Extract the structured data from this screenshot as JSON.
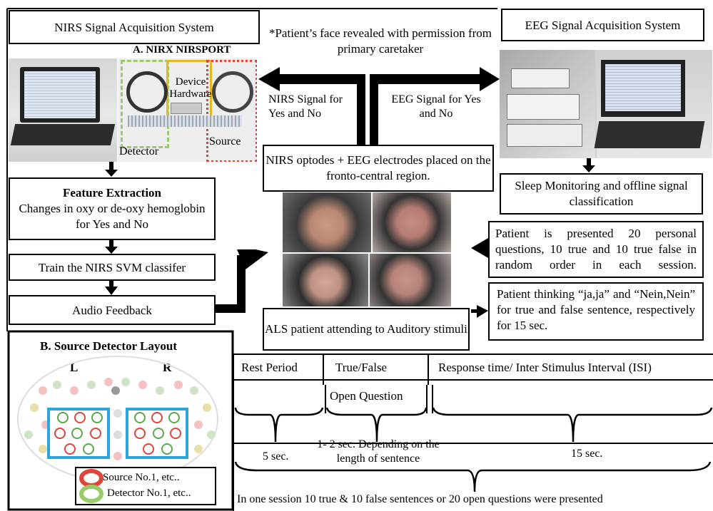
{
  "nirs_system": {
    "title": "NIRS Signal Acquisition System"
  },
  "nirx": {
    "title": "A. NIRX NIRSPORT",
    "device_label": "Device Hardware",
    "detector_label": "Detector",
    "source_label": "Source"
  },
  "eeg_system": {
    "title": "EEG Signal Acquisition System"
  },
  "patient_note": "*Patient’s face revealed with permission from primary caretaker",
  "nirs_signal": "NIRS Signal for Yes and No",
  "eeg_signal": "EEG Signal for Yes and No",
  "optodes": "NIRS optodes + EEG electrodes placed on the fronto-central region.",
  "feature": {
    "title": "Feature Extraction",
    "text": "Changes in  oxy or de-oxy hemoglobin for Yes and No"
  },
  "train": "Train the NIRS SVM classifer",
  "audio": "Audio Feedback",
  "sleep": "Sleep Monitoring and offline signal classification",
  "presented": "Patient is presented 20 personal questions, 10 true and 10 true false in random order in each session.",
  "thinking": "Patient thinking “ja,ja” and “Nein,Nein” for true and false sentence, respectively for 15 sec.",
  "als": "ALS patient attending to Auditory stimuli",
  "layout": {
    "title": "B. Source Detector Layout",
    "left": "L",
    "right": "R",
    "legend_source": "Source No.1, etc..",
    "legend_detector": "Detector No.1, etc.."
  },
  "timeline": {
    "rest": "Rest Period",
    "truefalse": "True/False",
    "response": "Response time/ Inter Stimulus Interval (ISI)",
    "open_q": "Open Question",
    "five_sec": "5 sec.",
    "depending": "1- 2 sec. Depending on the length of sentence",
    "fifteen": "15 sec.",
    "session": "In one session 10 true & 10 false sentences or 20 open questions were presented"
  },
  "colors": {
    "source_red": "#e0453a",
    "detector_green": "#5aa84a",
    "cyan_box": "#2aa6dc",
    "device_yellow": "#e6b820"
  }
}
